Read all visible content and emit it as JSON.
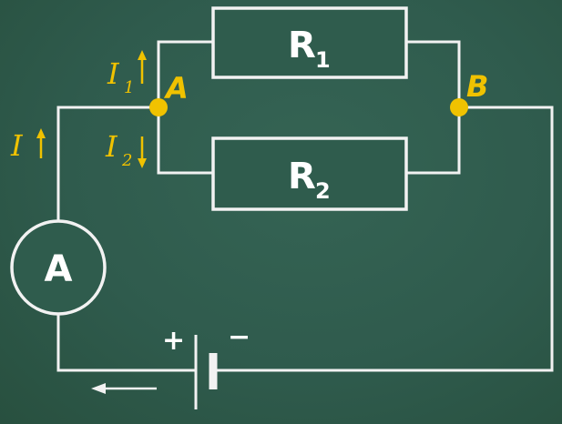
{
  "resistors": [
    {
      "letter": "R",
      "subscript": "1"
    },
    {
      "letter": "R",
      "subscript": "2"
    }
  ],
  "nodes": {
    "a": "A",
    "b": "B"
  },
  "ammeter": {
    "symbol": "A"
  },
  "battery": {
    "plus": "+",
    "minus": "−"
  },
  "currents": {
    "total": {
      "letter": "I",
      "subscript": ""
    },
    "branch1": {
      "letter": "I",
      "subscript": "1"
    },
    "branch2": {
      "letter": "I",
      "subscript": "2"
    }
  },
  "colors": {
    "background": "#2f5b4d",
    "wire": "#f2f2f2",
    "node": "#f0c200",
    "annotation": "#f0c200"
  }
}
